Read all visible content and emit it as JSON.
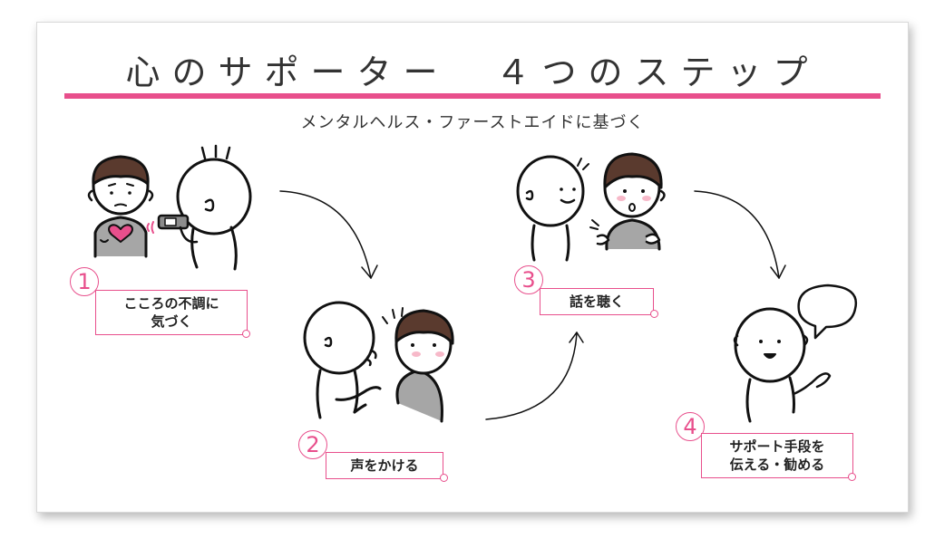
{
  "header": {
    "title": "心のサポーター　４つのステップ",
    "subtitle": "メンタルヘルス・ファーストエイドに基づく"
  },
  "steps": [
    {
      "number": "1",
      "label": "こころの不調に\n気づく"
    },
    {
      "number": "2",
      "label": "声をかける"
    },
    {
      "number": "3",
      "label": "話を聴く"
    },
    {
      "number": "4",
      "label": "サポート手段を\n伝える・勧める"
    }
  ],
  "colors": {
    "accent": "#e84f8c",
    "cheek": "#f7b9c9",
    "hair": "#5a3a2e",
    "shirt": "#a6a6a6",
    "thermometer": "#8c8c8c"
  }
}
